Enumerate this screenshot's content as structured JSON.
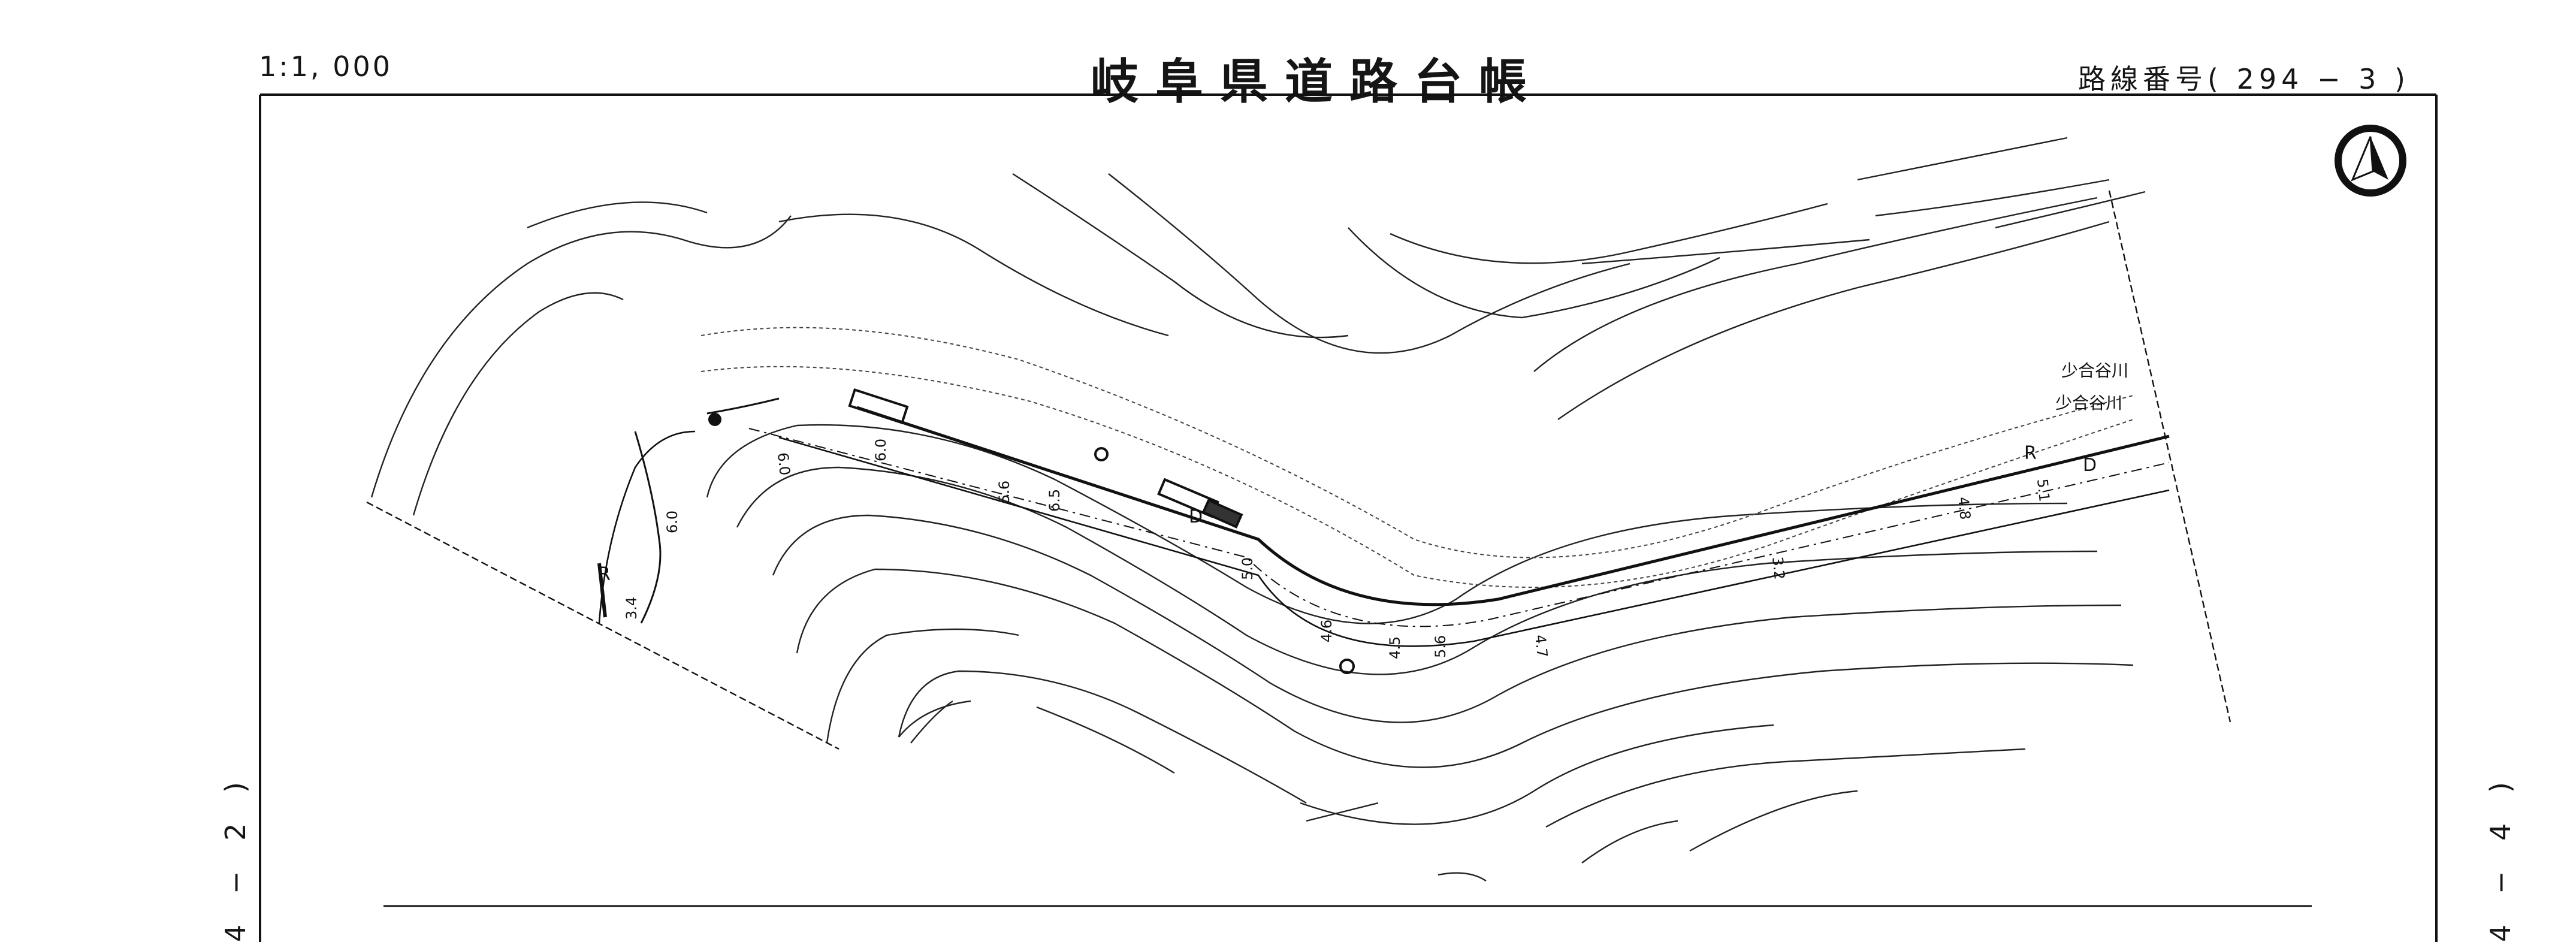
{
  "header": {
    "scale": "1:1, 000",
    "title": "岐阜県道路台帳",
    "route_number": "路線番号( 294 − 3 )"
  },
  "side_labels": {
    "left": "4 − 2 )",
    "right": "4 − 4 )"
  },
  "map": {
    "river_labels": [
      "少合谷川",
      "少合谷川"
    ],
    "road_marks": {
      "right_edge": "R",
      "centerline": "D"
    },
    "widths": [
      "6.0",
      "6.0",
      "5.6",
      "6.5",
      "5.0",
      "4.6",
      "4.5",
      "5.6",
      "4.7",
      "3.2",
      "4.8",
      "5.1",
      "6.0",
      "3.4"
    ],
    "north_arrow": "north"
  },
  "colors": {
    "ink": "#111111",
    "paper": "#ffffff"
  }
}
